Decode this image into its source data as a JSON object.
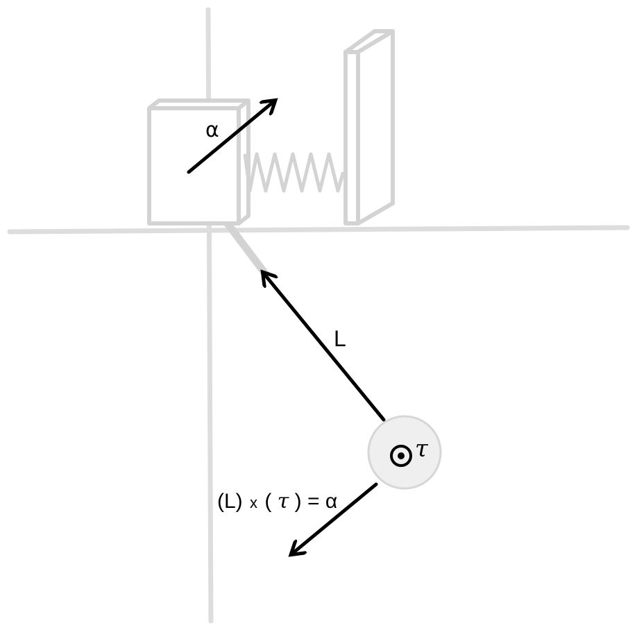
{
  "labels": {
    "alpha": "α",
    "l": "L",
    "tau": "τ",
    "formula_open": "(L)",
    "formula_cross": "x",
    "formula_tau_group_open": "(",
    "formula_tau": "τ",
    "formula_rest": ") = α"
  },
  "colors": {
    "ink": "#000000",
    "ghost": "#d3d3d3",
    "axis": "#dddddd",
    "circle_fill": "#efefef",
    "circle_stroke": "#d6d6d6"
  }
}
